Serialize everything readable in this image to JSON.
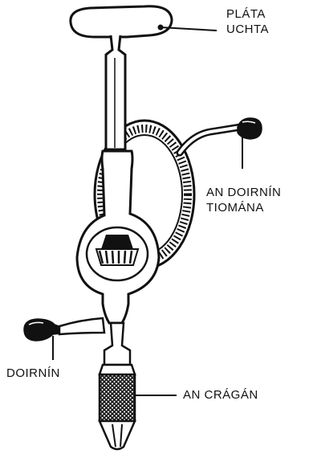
{
  "labels": {
    "breast_plate": {
      "line1": "PLÁTA",
      "line2": "UCHTA"
    },
    "drive_handle": {
      "line1": "AN DOIRNÍN",
      "line2": "TIOMÁNA"
    },
    "side_handle": "DOIRNÍN",
    "chuck": "AN CRÁGÁN"
  },
  "colors": {
    "ink": "#111111",
    "paper": "#ffffff"
  }
}
